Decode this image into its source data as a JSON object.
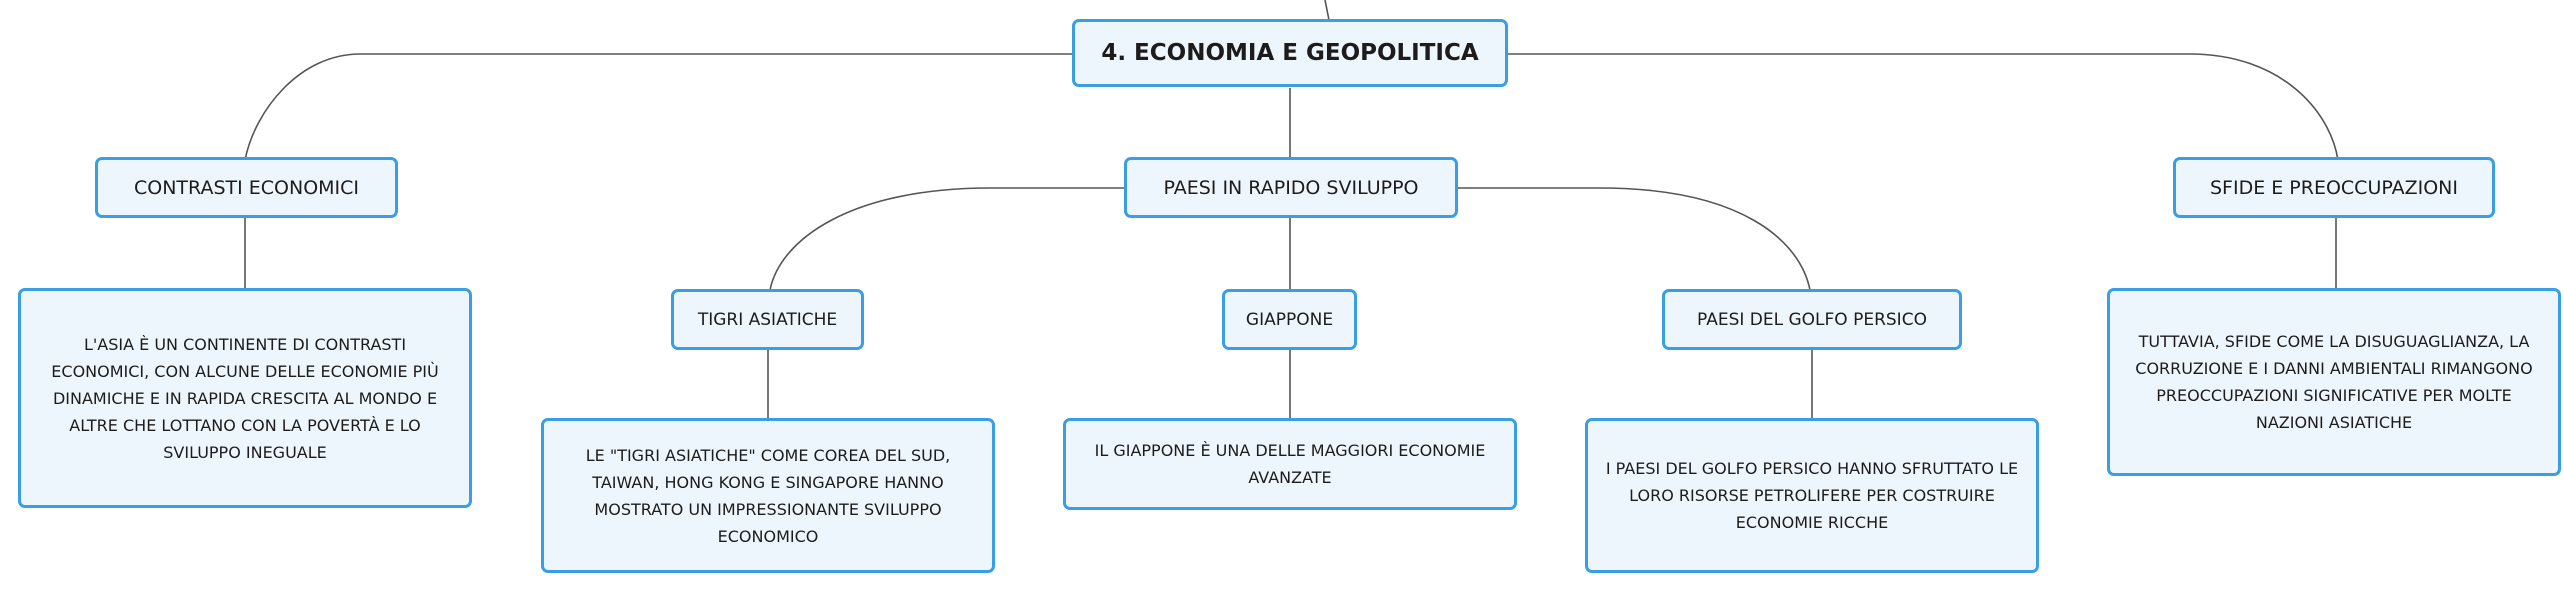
{
  "map": {
    "root": {
      "label": "4. ECONOMIA E GEOPOLITICA"
    },
    "branches": {
      "contrasti": {
        "label": "CONTRASTI ECONOMICI",
        "note": "L'ASIA È UN CONTINENTE DI CONTRASTI ECONOMICI, CON ALCUNE DELLE ECONOMIE PIÙ DINAMICHE E IN RAPIDA CRESCITA AL MONDO E ALTRE CHE LOTTANO CON LA POVERTÀ E LO SVILUPPO INEGUALE"
      },
      "paesi": {
        "label": "PAESI IN RAPIDO SVILUPPO",
        "children": {
          "tigri": {
            "label": "TIGRI ASIATICHE",
            "note": "LE \"TIGRI ASIATICHE\" COME COREA DEL SUD, TAIWAN, HONG KONG E SINGAPORE HANNO MOSTRATO UN IMPRESSIONANTE SVILUPPO ECONOMICO"
          },
          "giappone": {
            "label": "GIAPPONE",
            "note": "IL GIAPPONE È UNA DELLE MAGGIORI ECONOMIE AVANZATE"
          },
          "golfo": {
            "label": "PAESI DEL GOLFO PERSICO",
            "note": "I PAESI DEL GOLFO PERSICO HANNO SFRUTTATO LE LORO RISORSE PETROLIFERE PER COSTRUIRE ECONOMIE RICCHE"
          }
        }
      },
      "sfide": {
        "label": "SFIDE E PREOCCUPAZIONI",
        "note": "TUTTAVIA, SFIDE COME LA DISUGUAGLIANZA, LA CORRUZIONE E I DANNI AMBIENTALI RIMANGONO PREOCCUPAZIONI SIGNIFICATIVE PER MOLTE NAZIONI ASIATICHE"
      }
    }
  },
  "colors": {
    "node_border": "#3a9ee4",
    "node_fill": "#eef6fd",
    "connector": "#555555",
    "text": "#1c1c1c"
  }
}
